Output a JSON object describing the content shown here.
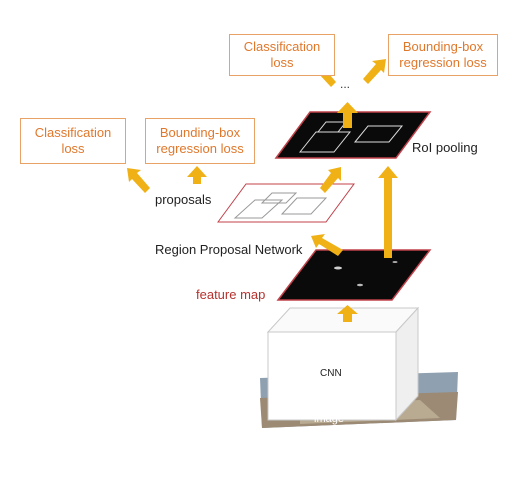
{
  "top_losses": {
    "classification": [
      "Classification",
      "loss"
    ],
    "bbox": [
      "Bounding-box",
      "regression loss"
    ]
  },
  "left_losses": {
    "classification": [
      "Classification",
      "loss"
    ],
    "bbox": [
      "Bounding-box",
      "regression loss"
    ]
  },
  "labels": {
    "ellipsis": "...",
    "roi_pooling": "RoI pooling",
    "proposals": "proposals",
    "rpn": "Region Proposal Network",
    "feature_map": "feature map",
    "cnn": "CNN",
    "image": "image"
  },
  "colors": {
    "arrow": "#f0b117",
    "loss_text": "#e0782c",
    "loss_border": "#e8a266",
    "feature_map_label": "#b5332e",
    "plane_border": "#c0414a",
    "map_fill": "#0a0a0a"
  }
}
